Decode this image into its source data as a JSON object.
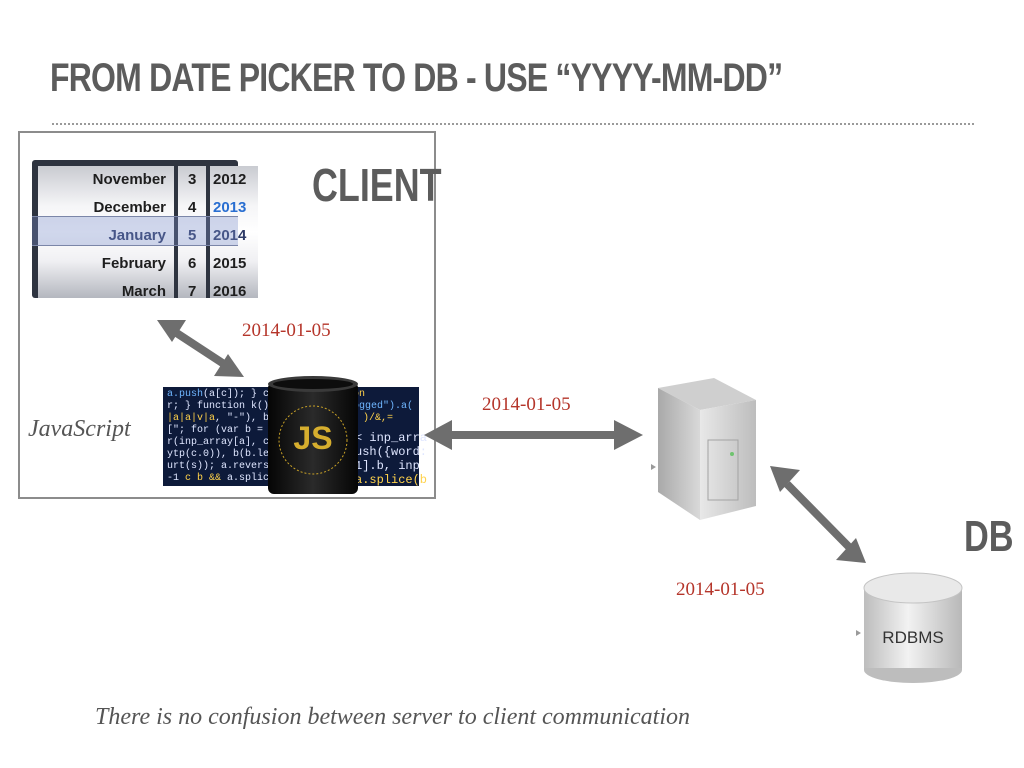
{
  "title": "FROM DATE PICKER TO DB - USE “YYYY-MM-DD”",
  "client_label": "CLIENT",
  "db_label": "DB",
  "js_label": "JavaScript",
  "date_picker": {
    "months": [
      "November",
      "December",
      "January",
      "February",
      "March"
    ],
    "days": [
      "3",
      "4",
      "5",
      "6",
      "7"
    ],
    "years": [
      "2012",
      "2013",
      "2014",
      "2015",
      "2016"
    ],
    "highlight_color": "#2a6fd1"
  },
  "mug_text": "JS",
  "dates": {
    "picker_to_js": "2014-01-05",
    "client_to_server": "2014-01-05",
    "server_to_db": "2014-01-05"
  },
  "rdbms_label": "RDBMS",
  "caption": "There is no confusion between server to client communication",
  "colors": {
    "date": "#b5352a",
    "arrow": "#6e6e6e",
    "title": "#5c5c5c",
    "mug": "#1a1a1a",
    "mug_gold": "#c9a227"
  }
}
